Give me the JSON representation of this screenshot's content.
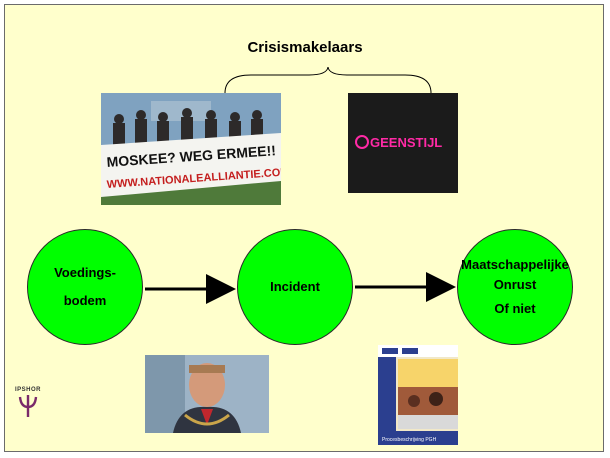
{
  "title": "Crisismakelaars",
  "photos": {
    "protest": {
      "banner_line1": "MOSKEE? WEG ERMEE!!",
      "banner_line2": "WWW.NATIONALEALLIANTIE.COM"
    },
    "geenstijl": {
      "logo_text": "GEENSTIJL"
    },
    "brochure": {
      "footer_text": "Procesbeschrijving PGH"
    }
  },
  "nodes": [
    {
      "lines": [
        "Voedings-",
        "bodem"
      ]
    },
    {
      "lines": [
        "Incident"
      ]
    },
    {
      "lines": [
        "Maatschappelijke",
        "Onrust",
        "Of niet"
      ]
    }
  ],
  "logo": {
    "text": "IPSHOR",
    "symbol": "psi-icon"
  },
  "colors": {
    "background": "#ffffcc",
    "node_fill": "#00ff00"
  }
}
